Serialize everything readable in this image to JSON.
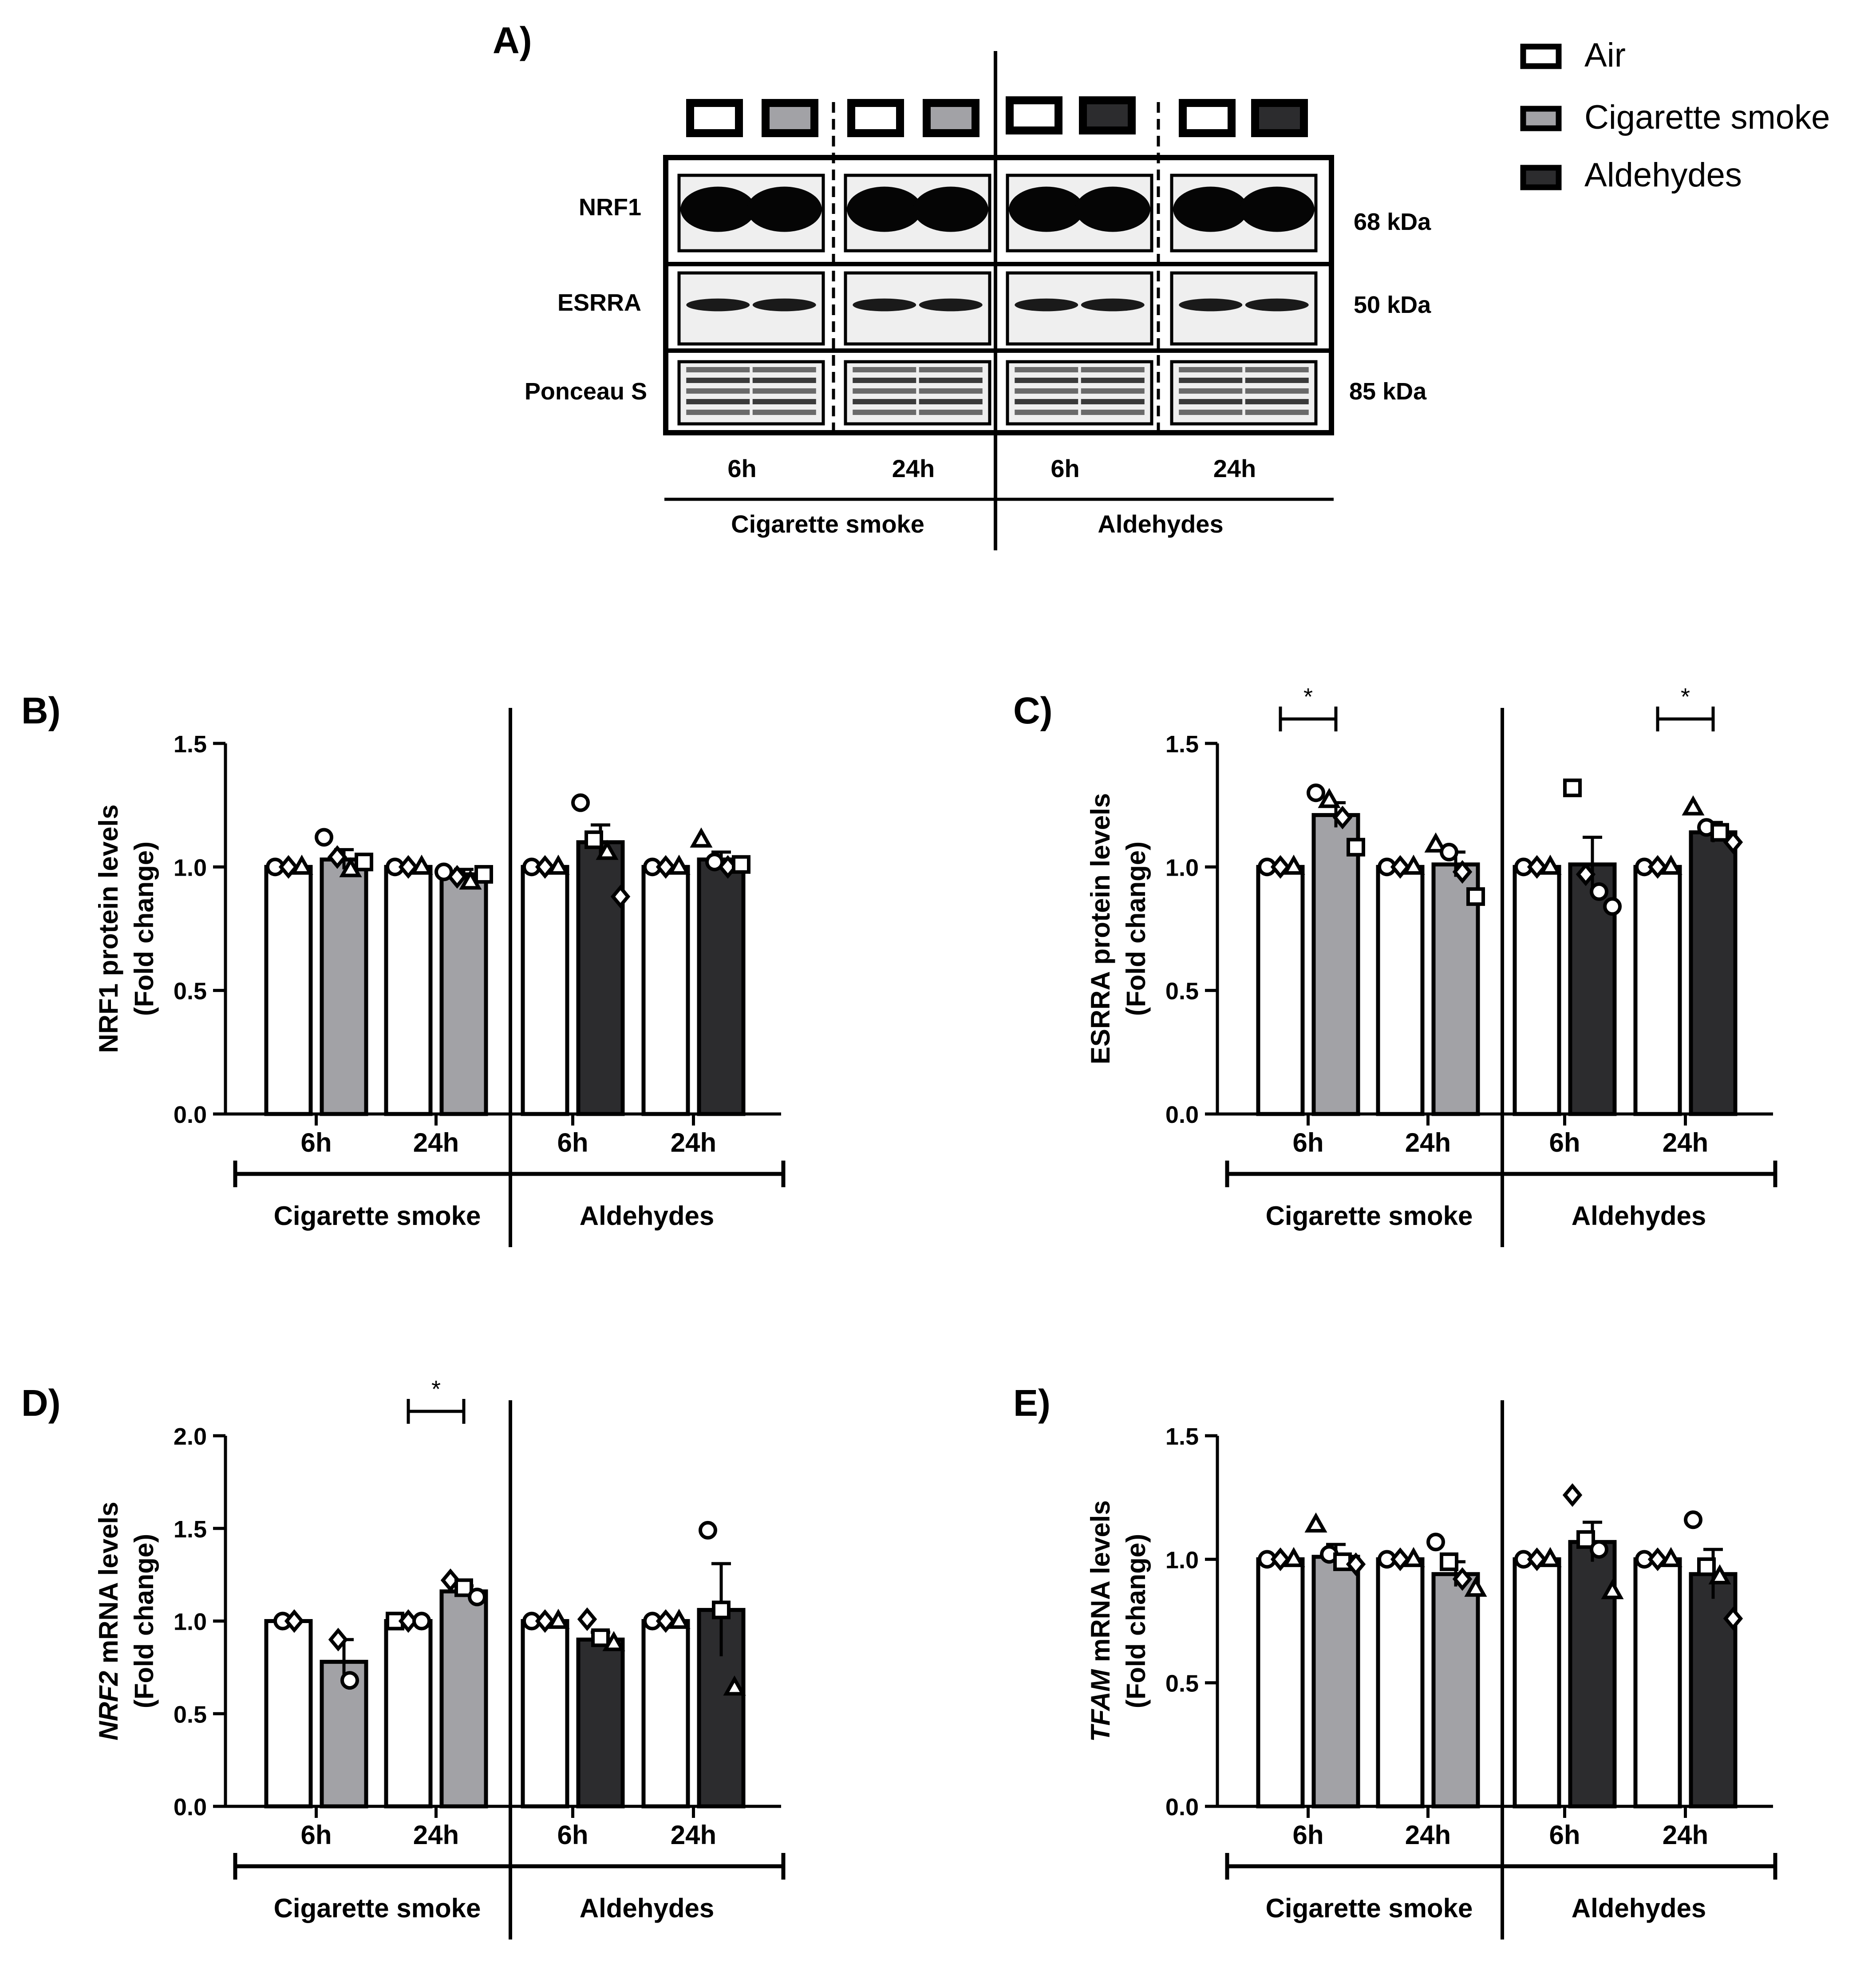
{
  "colors": {
    "air": "#ffffff",
    "cigarette_smoke": "#a2a2a6",
    "aldehydes": "#2c2c2e",
    "stroke": "#000000"
  },
  "legend": [
    {
      "label": "Air",
      "color": "#ffffff"
    },
    {
      "label": "Cigarette smoke",
      "color": "#a2a2a6"
    },
    {
      "label": "Aldehydes",
      "color": "#2c2c2e"
    }
  ],
  "panel_a": {
    "label": "A)",
    "rows": [
      {
        "name": "NRF1",
        "kda": "68 kDa"
      },
      {
        "name": "ESRRA",
        "kda": "50 kDa"
      },
      {
        "name": "Ponceau S",
        "kda": "85 kDa"
      }
    ],
    "timepoints": [
      "6h",
      "24h",
      "6h",
      "24h"
    ],
    "groups": [
      "Cigarette smoke",
      "Aldehydes"
    ]
  },
  "chart_data": [
    {
      "panel": "B)",
      "type": "bar",
      "ylabel": "NRF1 protein levels",
      "ylabel2": "(Fold change)",
      "ylim": [
        0,
        1.5
      ],
      "yticks": [
        "0.0",
        "0.5",
        "1.0",
        "1.5"
      ],
      "timepoints": [
        "6h",
        "24h",
        "6h",
        "24h"
      ],
      "groups": [
        "Cigarette smoke",
        "Aldehydes"
      ],
      "bars": [
        {
          "group": "Air",
          "value": 1.0,
          "sem": 0
        },
        {
          "group": "Cigarette smoke",
          "value": 1.03,
          "sem": 0.04
        },
        {
          "group": "Air",
          "value": 1.0,
          "sem": 0
        },
        {
          "group": "Cigarette smoke",
          "value": 0.97,
          "sem": 0.02
        },
        {
          "group": "Air",
          "value": 1.0,
          "sem": 0
        },
        {
          "group": "Aldehydes",
          "value": 1.1,
          "sem": 0.07
        },
        {
          "group": "Air",
          "value": 1.0,
          "sem": 0
        },
        {
          "group": "Aldehydes",
          "value": 1.03,
          "sem": 0.03
        }
      ],
      "points": [
        [
          [
            1.0,
            1.0,
            1.0
          ],
          [
            "circle",
            "diamond",
            "triangle"
          ]
        ],
        [
          [
            1.12,
            1.04,
            0.99,
            1.02
          ],
          [
            "circle",
            "diamond",
            "triangle",
            "square"
          ]
        ],
        [
          [
            1.0,
            1.0,
            1.0
          ],
          [
            "circle",
            "diamond",
            "triangle"
          ]
        ],
        [
          [
            0.98,
            0.96,
            0.94,
            0.97
          ],
          [
            "circle",
            "diamond",
            "triangle",
            "square"
          ]
        ],
        [
          [
            1.0,
            1.0,
            1.0
          ],
          [
            "circle",
            "diamond",
            "triangle"
          ]
        ],
        [
          [
            1.26,
            1.11,
            1.06,
            0.88
          ],
          [
            "circle",
            "square",
            "triangle",
            "diamond"
          ]
        ],
        [
          [
            1.0,
            1.0,
            1.0
          ],
          [
            "circle",
            "diamond",
            "triangle"
          ]
        ],
        [
          [
            1.11,
            1.02,
            1.0,
            1.01
          ],
          [
            "triangle",
            "circle",
            "diamond",
            "square"
          ]
        ]
      ],
      "significance": []
    },
    {
      "panel": "C)",
      "type": "bar",
      "ylabel": "ESRRA protein levels",
      "ylabel2": "(Fold change)",
      "ylim": [
        0,
        1.5
      ],
      "yticks": [
        "0.0",
        "0.5",
        "1.0",
        "1.5"
      ],
      "timepoints": [
        "6h",
        "24h",
        "6h",
        "24h"
      ],
      "groups": [
        "Cigarette smoke",
        "Aldehydes"
      ],
      "bars": [
        {
          "group": "Air",
          "value": 1.0,
          "sem": 0
        },
        {
          "group": "Cigarette smoke",
          "value": 1.21,
          "sem": 0.05
        },
        {
          "group": "Air",
          "value": 1.0,
          "sem": 0
        },
        {
          "group": "Cigarette smoke",
          "value": 1.01,
          "sem": 0.05
        },
        {
          "group": "Air",
          "value": 1.0,
          "sem": 0
        },
        {
          "group": "Aldehydes",
          "value": 1.01,
          "sem": 0.11
        },
        {
          "group": "Air",
          "value": 1.0,
          "sem": 0
        },
        {
          "group": "Aldehydes",
          "value": 1.14,
          "sem": 0.04
        }
      ],
      "points": [
        [
          [
            1.0,
            1.0,
            1.0
          ],
          [
            "circle",
            "diamond",
            "triangle"
          ]
        ],
        [
          [
            1.3,
            1.27,
            1.2,
            1.08
          ],
          [
            "circle",
            "triangle",
            "diamond",
            "square"
          ]
        ],
        [
          [
            1.0,
            1.0,
            1.0
          ],
          [
            "circle",
            "diamond",
            "triangle"
          ]
        ],
        [
          [
            1.09,
            1.06,
            0.98,
            0.88
          ],
          [
            "triangle",
            "circle",
            "diamond",
            "square"
          ]
        ],
        [
          [
            1.0,
            1.0,
            1.0
          ],
          [
            "circle",
            "diamond",
            "triangle"
          ]
        ],
        [
          [
            1.32,
            0.97,
            0.9,
            0.84
          ],
          [
            "square",
            "diamond",
            "circle",
            "circle"
          ]
        ],
        [
          [
            1.0,
            1.0,
            1.0
          ],
          [
            "circle",
            "diamond",
            "triangle"
          ]
        ],
        [
          [
            1.24,
            1.16,
            1.14,
            1.1
          ],
          [
            "triangle",
            "circle",
            "square",
            "diamond"
          ]
        ]
      ],
      "significance": [
        {
          "from": 0,
          "to": 1,
          "label": "*"
        },
        {
          "from": 6,
          "to": 7,
          "label": "*"
        }
      ]
    },
    {
      "panel": "D)",
      "type": "bar",
      "ylabel_italic": "NRF2",
      "ylabel": " mRNA levels",
      "ylabel2": "(Fold change)",
      "ylim": [
        0,
        2.0
      ],
      "yticks": [
        "0.0",
        "0.5",
        "1.0",
        "1.5",
        "2.0"
      ],
      "timepoints": [
        "6h",
        "24h",
        "6h",
        "24h"
      ],
      "groups": [
        "Cigarette smoke",
        "Aldehydes"
      ],
      "bars": [
        {
          "group": "Air",
          "value": 1.0,
          "sem": 0
        },
        {
          "group": "Cigarette smoke",
          "value": 0.78,
          "sem": 0.12
        },
        {
          "group": "Air",
          "value": 1.0,
          "sem": 0
        },
        {
          "group": "Cigarette smoke",
          "value": 1.16,
          "sem": 0.03
        },
        {
          "group": "Air",
          "value": 1.0,
          "sem": 0
        },
        {
          "group": "Aldehydes",
          "value": 0.9,
          "sem": 0.04
        },
        {
          "group": "Air",
          "value": 1.0,
          "sem": 0
        },
        {
          "group": "Aldehydes",
          "value": 1.06,
          "sem": 0.25
        }
      ],
      "points": [
        [
          [
            1.0,
            1.0
          ],
          [
            "circle",
            "diamond"
          ]
        ],
        [
          [
            0.9,
            0.68
          ],
          [
            "diamond",
            "circle"
          ]
        ],
        [
          [
            1.0,
            1.0,
            1.0
          ],
          [
            "square",
            "diamond",
            "circle"
          ]
        ],
        [
          [
            1.22,
            1.18,
            1.13
          ],
          [
            "diamond",
            "square",
            "circle"
          ]
        ],
        [
          [
            1.0,
            1.0,
            1.0
          ],
          [
            "circle",
            "diamond",
            "triangle"
          ]
        ],
        [
          [
            1.01,
            0.91,
            0.88
          ],
          [
            "diamond",
            "square",
            "triangle"
          ]
        ],
        [
          [
            1.0,
            1.0,
            1.0
          ],
          [
            "circle",
            "diamond",
            "triangle"
          ]
        ],
        [
          [
            1.49,
            1.06,
            0.64
          ],
          [
            "circle",
            "square",
            "triangle"
          ]
        ]
      ],
      "significance": [
        {
          "from": 2,
          "to": 3,
          "label": "*"
        }
      ]
    },
    {
      "panel": "E)",
      "type": "bar",
      "ylabel_italic": "TFAM",
      "ylabel": " mRNA levels",
      "ylabel2": "(Fold change)",
      "ylim": [
        0,
        1.5
      ],
      "yticks": [
        "0.0",
        "0.5",
        "1.0",
        "1.5"
      ],
      "timepoints": [
        "6h",
        "24h",
        "6h",
        "24h"
      ],
      "groups": [
        "Cigarette smoke",
        "Aldehydes"
      ],
      "bars": [
        {
          "group": "Air",
          "value": 1.0,
          "sem": 0
        },
        {
          "group": "Cigarette smoke",
          "value": 1.01,
          "sem": 0.05
        },
        {
          "group": "Air",
          "value": 1.0,
          "sem": 0
        },
        {
          "group": "Cigarette smoke",
          "value": 0.94,
          "sem": 0.05
        },
        {
          "group": "Air",
          "value": 1.0,
          "sem": 0
        },
        {
          "group": "Aldehydes",
          "value": 1.07,
          "sem": 0.08
        },
        {
          "group": "Air",
          "value": 1.0,
          "sem": 0
        },
        {
          "group": "Aldehydes",
          "value": 0.94,
          "sem": 0.1
        }
      ],
      "points": [
        [
          [
            1.0,
            1.0,
            1.0
          ],
          [
            "circle",
            "diamond",
            "triangle"
          ]
        ],
        [
          [
            1.14,
            1.02,
            0.99,
            0.98
          ],
          [
            "triangle",
            "circle",
            "square",
            "diamond"
          ]
        ],
        [
          [
            1.0,
            1.0,
            1.0
          ],
          [
            "circle",
            "diamond",
            "triangle"
          ]
        ],
        [
          [
            1.07,
            0.99,
            0.92,
            0.88
          ],
          [
            "circle",
            "square",
            "diamond",
            "triangle"
          ]
        ],
        [
          [
            1.0,
            1.0,
            1.0
          ],
          [
            "circle",
            "diamond",
            "triangle"
          ]
        ],
        [
          [
            1.26,
            1.08,
            1.04,
            0.87
          ],
          [
            "diamond",
            "square",
            "circle",
            "triangle"
          ]
        ],
        [
          [
            1.0,
            1.0,
            1.0
          ],
          [
            "circle",
            "diamond",
            "triangle"
          ]
        ],
        [
          [
            1.16,
            0.97,
            0.93,
            0.76
          ],
          [
            "circle",
            "square",
            "triangle",
            "diamond"
          ]
        ]
      ],
      "significance": []
    }
  ]
}
